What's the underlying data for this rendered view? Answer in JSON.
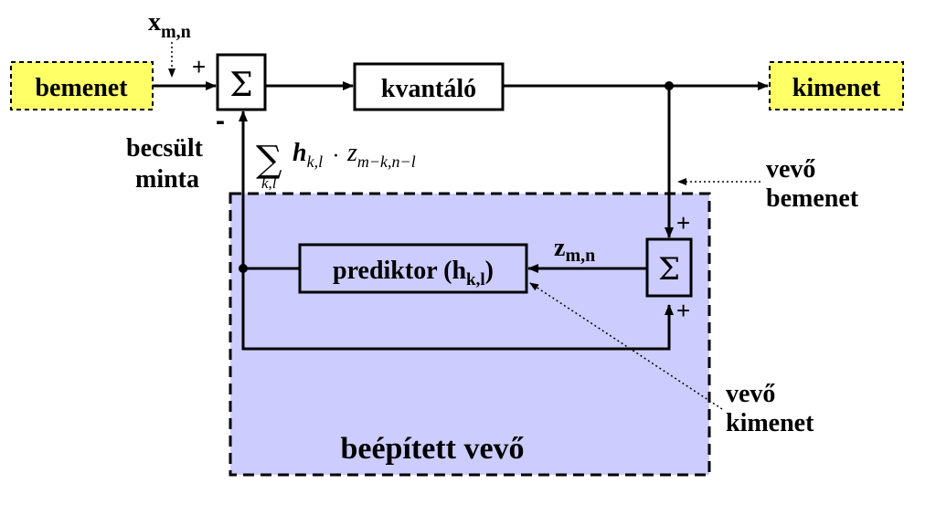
{
  "labels": {
    "input": "bemenet",
    "output": "kimenet",
    "quantizer": "kvantáló",
    "sum_symbol": "Σ",
    "predictor": "prediktor (h",
    "predictor_sub": "k,l",
    "predictor_close": ")",
    "x_main": "x",
    "x_sub": "m,n",
    "z_main": "z",
    "z_sub": "m,n",
    "estimated_line1": "becsült",
    "estimated_line2": "minta",
    "receiver_input_line1": "vevő",
    "receiver_input_line2": "bemenet",
    "receiver_output_line1": "vevő",
    "receiver_output_line2": "kimenet",
    "embedded_receiver": "beépített vevő",
    "plus": "+",
    "minus": "-"
  },
  "formula": {
    "sum": "∑",
    "sum_index": "k,l",
    "h": "h",
    "h_sub": "k,l",
    "dot": "·",
    "z": "z",
    "z_sub": "m−k,n−l"
  },
  "colors": {
    "io_fill": "#ffff66",
    "receiver_fill": "#ccccff",
    "stroke": "#000000"
  }
}
